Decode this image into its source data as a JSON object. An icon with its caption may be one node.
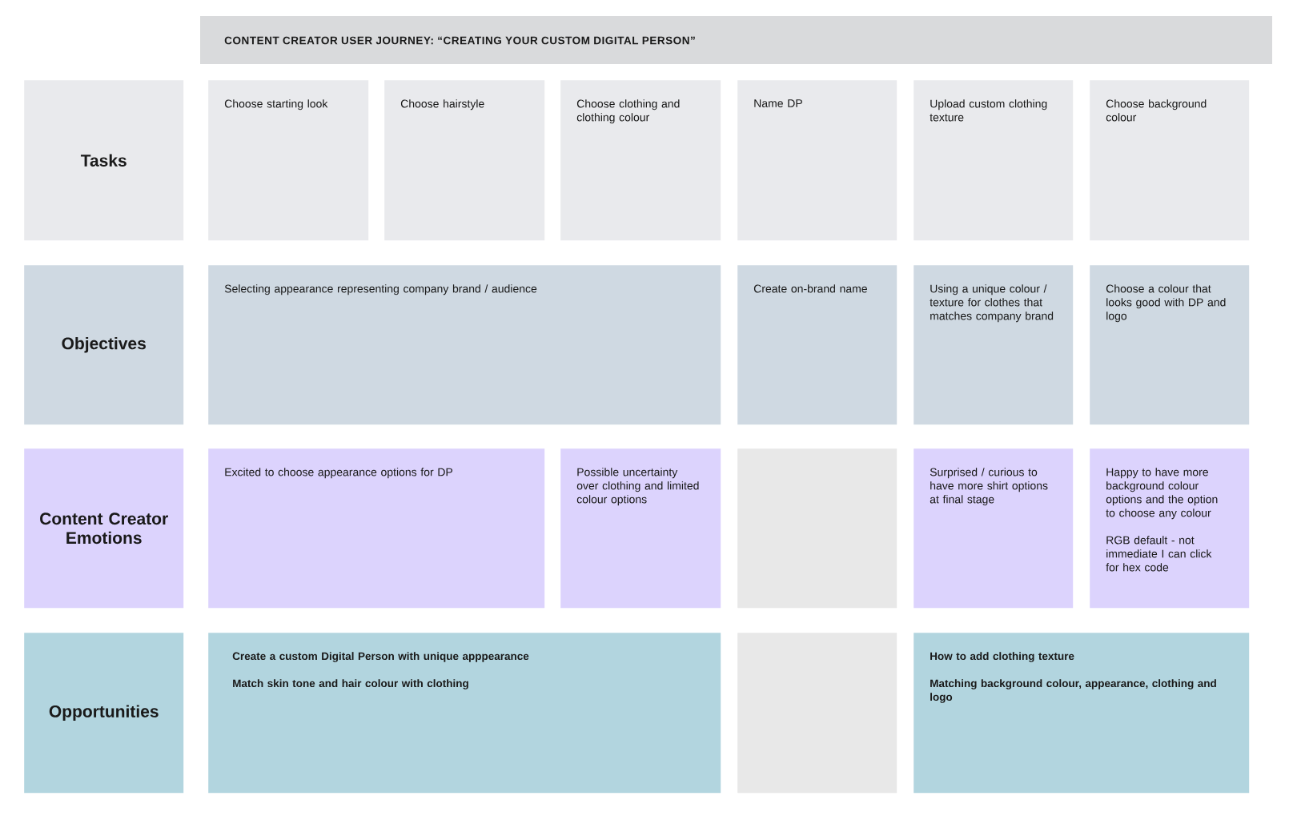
{
  "diagram": {
    "title": "CONTENT CREATOR USER JOURNEY: “CREATING YOUR CUSTOM DIGITAL PERSON”",
    "nodes": [
      {
        "text": [
          "Tasks"
        ]
      },
      {
        "text": [
          "Choose starting look"
        ]
      },
      {
        "text": [
          "Choose hairstyle"
        ]
      },
      {
        "text": [
          "Choose clothing and clothing colour"
        ]
      },
      {
        "text": [
          "Name DP"
        ]
      },
      {
        "text": [
          "Upload custom clothing texture"
        ]
      },
      {
        "text": [
          "Choose background colour"
        ]
      },
      {
        "text": [
          "Objectives"
        ]
      },
      {
        "text": [
          "Selecting appearance representing company brand / audience"
        ]
      },
      {
        "text": [
          "Create on-brand name"
        ]
      },
      {
        "text": [
          "Using a unique colour / texture for clothes that matches company brand"
        ]
      },
      {
        "text": [
          "Choose a colour that looks good with DP and logo"
        ]
      },
      {
        "text": [
          "Content Creator Emotions"
        ]
      },
      {
        "text": [
          "Excited to choose appearance options for DP"
        ]
      },
      {
        "text": [
          "Possible uncertainty over clothing and limited colour options"
        ]
      },
      {
        "text": [],
        "shape": "box"
      },
      {
        "text": [
          "Surprised / curious to have more shirt options at final stage"
        ]
      },
      {
        "text": [
          "Happy to have more background colour options and the option to choose any colour",
          "RGB default - not immediate I can click for hex code"
        ]
      },
      {
        "text": [
          "Opportunities"
        ]
      },
      {
        "text": [
          "Create a custom Digital Person with unique apppearance",
          "Match skin tone and hair colour with clothing"
        ]
      },
      {
        "text": [],
        "shape": "box"
      },
      {
        "text": [
          "How to add clothing texture",
          "Matching background colour, appearance, clothing and logo"
        ]
      }
    ]
  }
}
